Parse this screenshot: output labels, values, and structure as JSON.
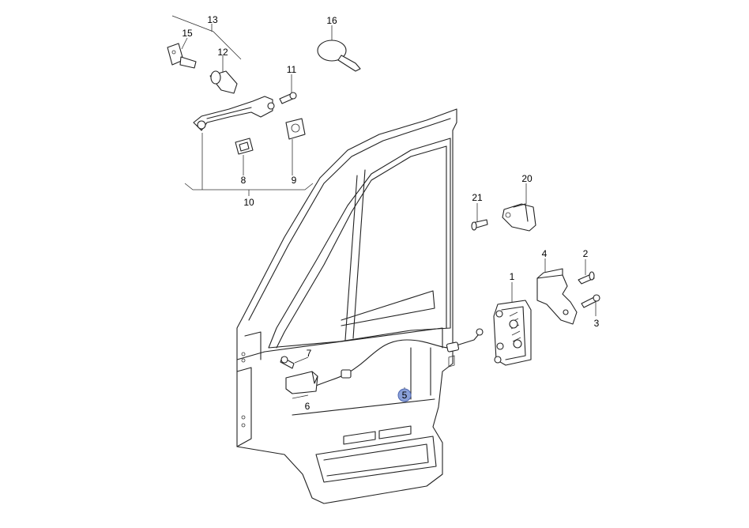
{
  "diagram": {
    "highlight_color": "#8aa0d8",
    "line_color": "#222222",
    "background": "#ffffff",
    "callouts": [
      {
        "id": "c1",
        "label": "1"
      },
      {
        "id": "c2",
        "label": "2"
      },
      {
        "id": "c3",
        "label": "3"
      },
      {
        "id": "c4",
        "label": "4"
      },
      {
        "id": "c5",
        "label": "5",
        "highlighted": true
      },
      {
        "id": "c6",
        "label": "6"
      },
      {
        "id": "c7",
        "label": "7"
      },
      {
        "id": "c8",
        "label": "8"
      },
      {
        "id": "c9",
        "label": "9"
      },
      {
        "id": "c10",
        "label": "10"
      },
      {
        "id": "c11",
        "label": "11"
      },
      {
        "id": "c12",
        "label": "12"
      },
      {
        "id": "c13",
        "label": "13"
      },
      {
        "id": "c15",
        "label": "15"
      },
      {
        "id": "c16",
        "label": "16"
      },
      {
        "id": "c20",
        "label": "20"
      },
      {
        "id": "c21",
        "label": "21"
      }
    ]
  }
}
